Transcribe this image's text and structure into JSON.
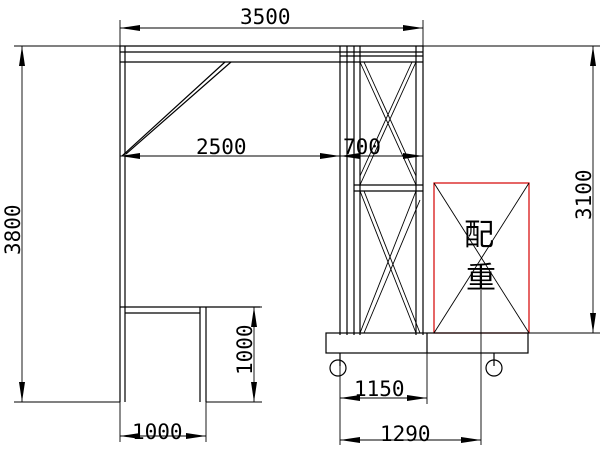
{
  "drawing": {
    "dimensions": {
      "top_width": "3500",
      "boom_inner": "2500",
      "mast_width": "700",
      "total_height": "3800",
      "counterweight_height": "3100",
      "base_height": "1000",
      "base_width": "1000",
      "wheel_span": "1150",
      "counterweight_offset": "1290"
    },
    "labels": {
      "counterweight_char1": "配",
      "counterweight_char2": "重"
    },
    "colors": {
      "line": "#000000",
      "counterweight": "#d40000"
    }
  }
}
